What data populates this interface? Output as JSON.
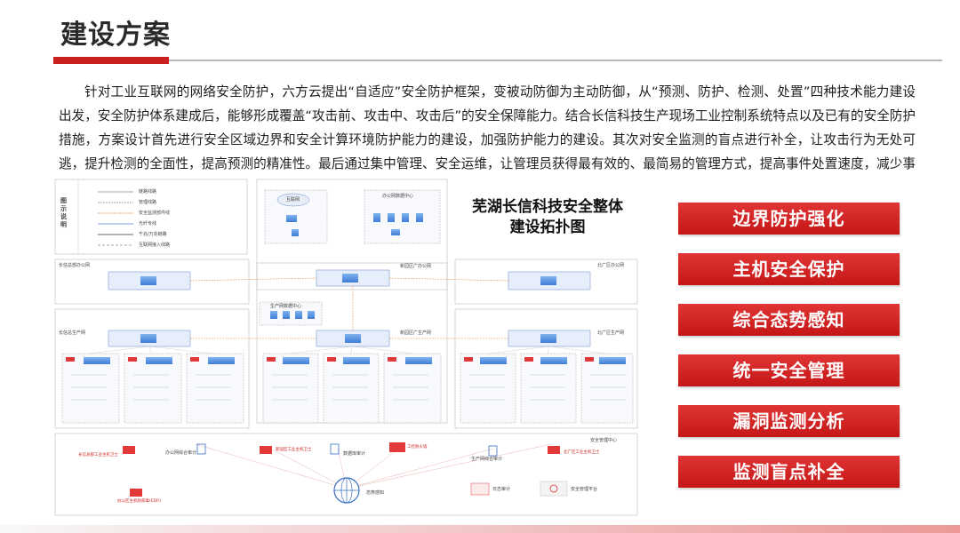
{
  "page": {
    "title": "建设方案",
    "intro": "针对工业互联网的网络安全防护，六方云提出“自适应”安全防护框架，变被动防御为主动防御，从“预测、防护、检测、处置”四种技术能力建设出发，安全防护体系建成后，能够形成覆盖“攻击前、攻击中、攻击后”的安全保障能力。结合长信科技生产现场工业控制系统特点以及已有的安全防护措施，方案设计首先进行安全区域边界和安全计算环境防护能力的建设，加强防护能力的建设。其次对安全监测的盲点进行补全，让攻击行为无处可逃，提升检测的全面性，提高预测的精准性。最后通过集中管理、安全运维，让管理员获得最有效的、最简易的管理方式，提高事件处置速度，减少事件影响范围。"
  },
  "topology": {
    "title_line1": "芜湖长信科技安全整体",
    "title_line2": "建设拓扑图",
    "legend_title": "图示说明",
    "legend_items": [
      "链路线路",
      "管理线路",
      "安全监测部件线",
      "光纤专线",
      "千兆/万兆链路",
      "互联网接入线路"
    ],
    "zones": {
      "internet": "互联网",
      "office_dc": "办公网数据中心",
      "left_office": "长信总部办公网",
      "center_office": "新园区广办公网",
      "right_office": "北广区办公网",
      "left_production": "长信总生产网",
      "center_production": "新园区广生产网",
      "right_production": "北广区生产网",
      "production_dc": "生产网数据中心",
      "security_center": "安全管理中心",
      "office_audit": "办公网综合审计",
      "prod_audit": "生产网综合审计",
      "db_audit": "数据库审计",
      "log_audit": "日志审计",
      "situation": "态势感知",
      "mgmt_platform": "安全管理平台"
    },
    "red_labels": {
      "left_host": "长信总部工业主机卫士",
      "center_host": "新园区工业主机卫士",
      "right_host": "北广区工业主机卫士",
      "firewall": "工控防火墙",
      "left_office_host": "办公区主机防病毒(EDR)"
    }
  },
  "capabilities": [
    "边界防护强化",
    "主机安全保护",
    "综合态势感知",
    "统一安全管理",
    "漏洞监测分析",
    "监测盲点补全"
  ],
  "colors": {
    "accent": "#cc1f1f",
    "button": "#d42626"
  }
}
